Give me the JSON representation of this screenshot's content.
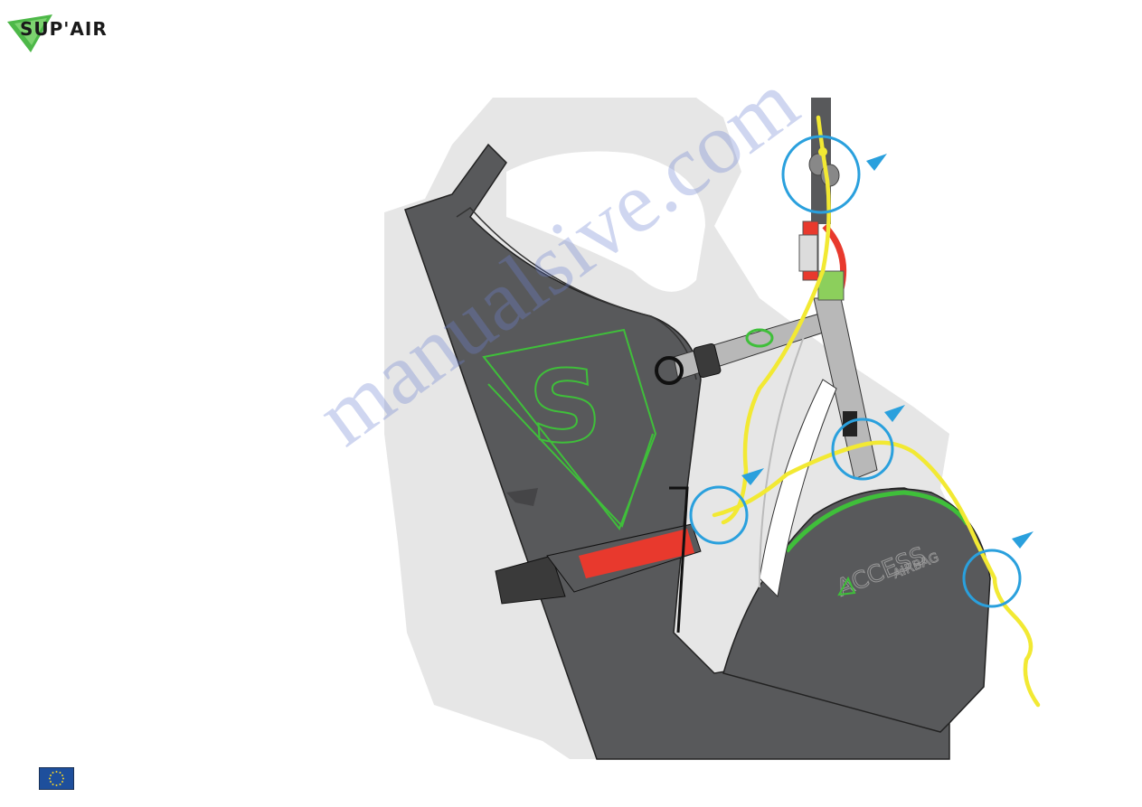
{
  "brand": {
    "logo_text": "SUP'AIR"
  },
  "product": {
    "name": "ACCESS",
    "subname": "AIRBAG"
  },
  "watermark": {
    "text": "manualsive.com"
  },
  "markers": [
    {
      "name": "carabiner-connection"
    },
    {
      "name": "chest-strap-connection"
    },
    {
      "name": "leg-strap-connection"
    },
    {
      "name": "airbag-back-connection"
    }
  ],
  "colors": {
    "accent_green": "#3fbf3a",
    "harness_grey": "#58595b",
    "marker_blue": "#2aa0dd",
    "line_yellow": "#f2e933",
    "tab_red": "#e8392d"
  },
  "footer": {
    "flag": "eu-flag"
  }
}
